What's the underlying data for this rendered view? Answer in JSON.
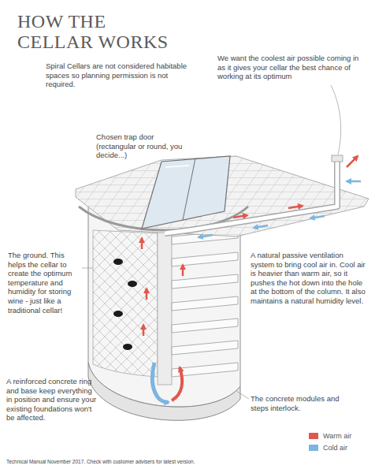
{
  "diagram": {
    "title": "HOW THE CELLAR WORKS",
    "labels": [
      "Spiral Cellars are not considered habitable spaces so planning permission is not required.",
      "We want the coolest air possible coming in as it gives your cellar the best chance of working at its optimum",
      "Chosen trap door (rectangular or round, you decide...)",
      "The ground. This helps the cellar to create the optimum temperature and humidity for storing wine - just like a traditional cellar!",
      "A natural passive ventilation system to bring cool air in. Cool air is heavier than warm air, so it pushes the hot down into the hole at the bottom of the column. It also maintains a natural humidity level.",
      "A reinforced concrete ring and base keep everything in position and ensure your existing foundations won't be affected.",
      "The concrete modules and steps interlock.",
      "Technical Manual November 2017. Check with customer advisers for latest version."
    ],
    "legend": [
      {
        "text": "Warm air",
        "color": "#e2574c"
      },
      {
        "text": "Cold air",
        "color": "#7bb6e0"
      }
    ]
  }
}
